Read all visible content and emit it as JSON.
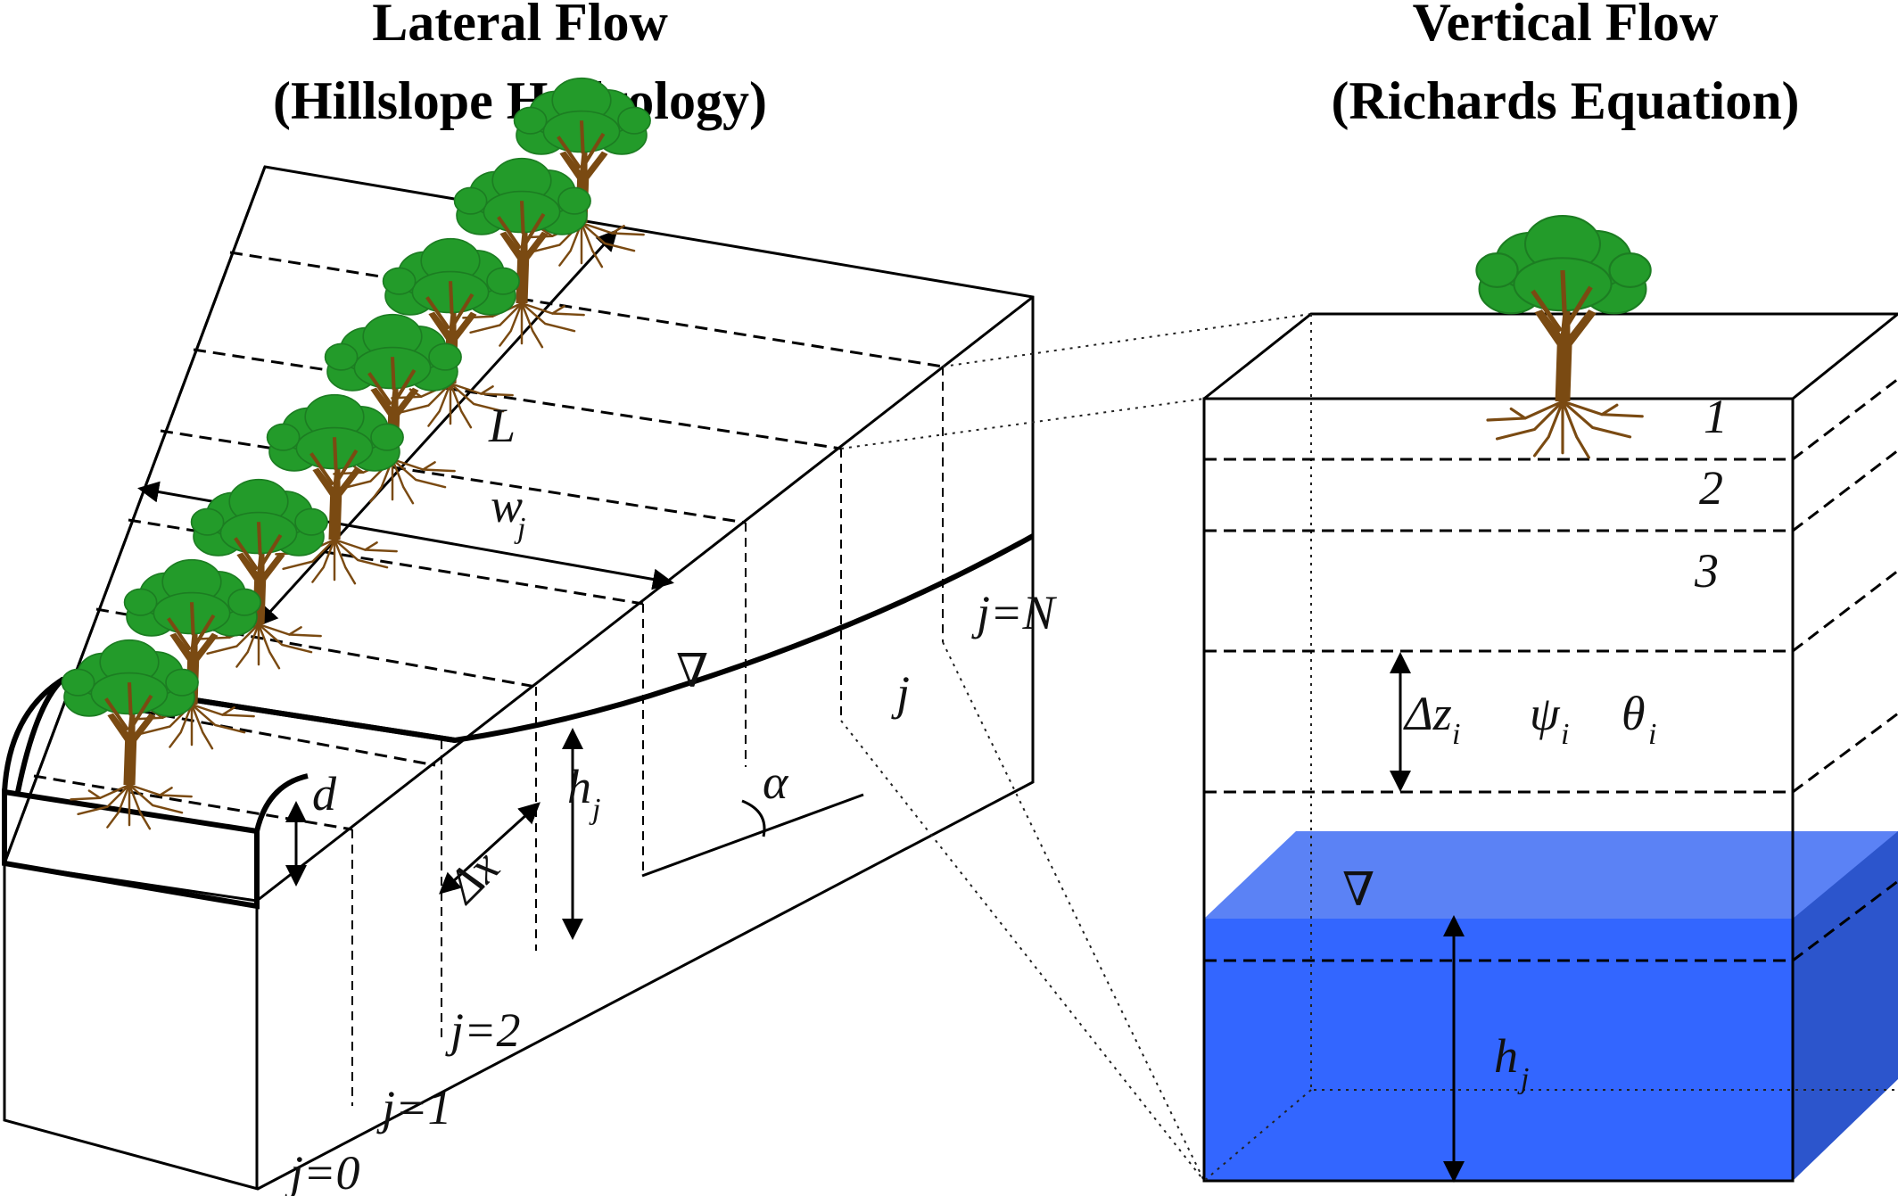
{
  "left_panel": {
    "title_line1": "Lateral Flow",
    "title_line2": "(Hillslope Hydrology)",
    "labels": {
      "L": "L",
      "w": "w",
      "w_sub": "j",
      "h": "h",
      "h_sub": "j",
      "d": "d",
      "dx": "Δx",
      "alpha": "α",
      "nabla": "∇",
      "j0": "j=0",
      "j1": "j=1",
      "j2": "j=2",
      "j": "j",
      "jN": "j=N"
    }
  },
  "right_panel": {
    "title_line1": "Vertical Flow",
    "title_line2": "(Richards Equation)",
    "layers": [
      "1",
      "2",
      "3"
    ],
    "labels": {
      "dz": "Δz",
      "dz_sub": "i",
      "psi": "ψ",
      "psi_sub": "i",
      "theta": "θ",
      "theta_sub": "i",
      "nabla": "∇",
      "h": "h",
      "h_sub": "j"
    }
  },
  "colors": {
    "water_front": "#3366ff",
    "water_top": "#5b82f5",
    "water_side": "#2c55cc",
    "tree_canopy": "#239b2a",
    "tree_canopy_dark": "#1c7d22",
    "tree_trunk": "#7a4a12"
  },
  "icons": {
    "tree": "tree-icon"
  }
}
